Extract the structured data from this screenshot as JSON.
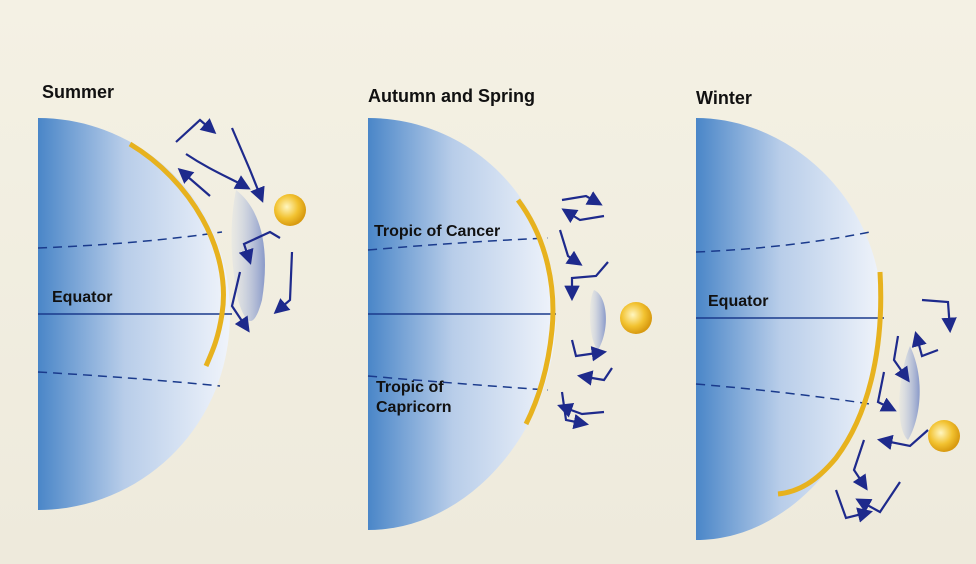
{
  "panels": [
    {
      "title": "Summer",
      "labels": {
        "equator": "Equator"
      }
    },
    {
      "title": "Autumn and Spring",
      "labels": {
        "tropic_cancer": "Tropic of Cancer",
        "tropic_capricorn_line1": "Tropic of",
        "tropic_capricorn_line2": "Capricorn"
      }
    },
    {
      "title": "Winter",
      "labels": {
        "equator": "Equator"
      }
    }
  ],
  "colors": {
    "earth_light": "#e9eef8",
    "earth_dark": "#3f7fc3",
    "sun_band": "#e7b21e",
    "arrows": "#1e2a8c",
    "sun": "#f2c230",
    "equator_line": "#1a3a8c"
  },
  "icons": [
    "sun-icon",
    "circulation-arrow-icon"
  ]
}
